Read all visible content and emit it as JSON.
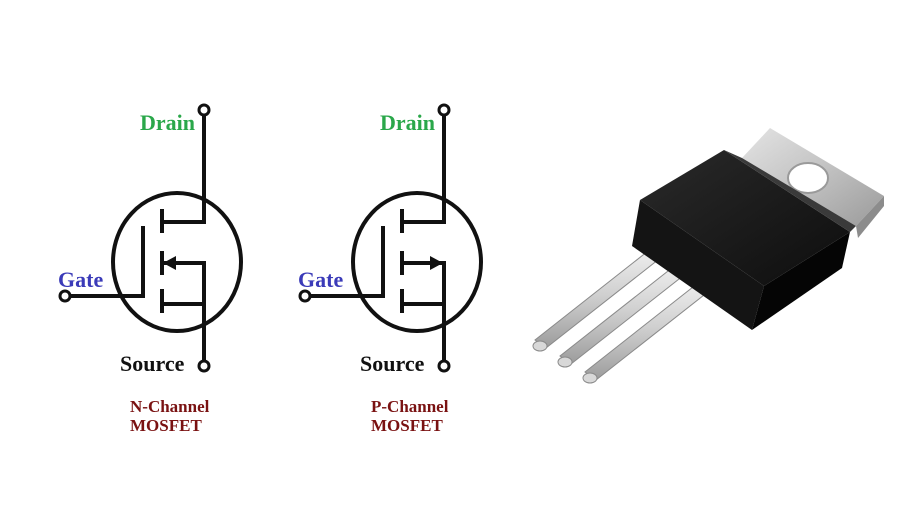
{
  "left_symbol": {
    "drain_label": "Drain",
    "gate_label": "Gate",
    "source_label": "Source",
    "caption_line1": "N-Channel",
    "caption_line2": "MOSFET"
  },
  "right_symbol": {
    "drain_label": "Drain",
    "gate_label": "Gate",
    "source_label": "Source",
    "caption_line1": "P-Channel",
    "caption_line2": "MOSFET"
  },
  "colors": {
    "drain": "#2aa74a",
    "gate": "#3a3ab8",
    "source": "#111111",
    "caption": "#7a1212",
    "body": "#1a1a1a",
    "tab": "#c8c8c8"
  }
}
